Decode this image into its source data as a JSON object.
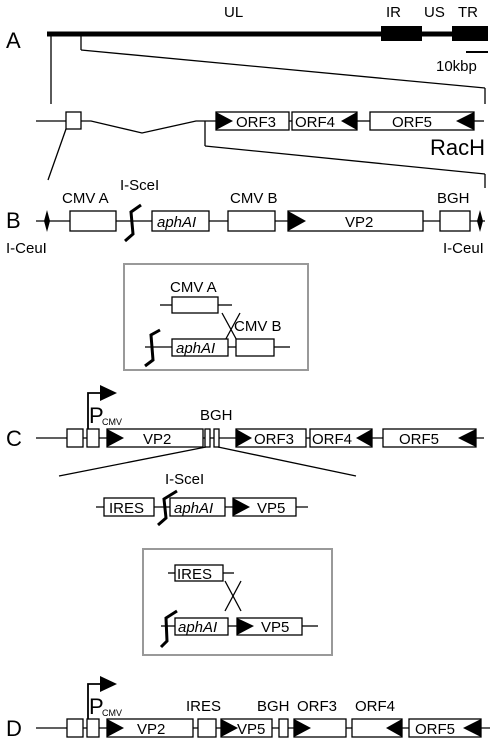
{
  "panels": {
    "A": {
      "letter": "A",
      "genome_labels": {
        "ul": "UL",
        "ir": "IR",
        "us": "US",
        "tr": "TR"
      },
      "scale_bar": "10kbp",
      "orfs": [
        "ORF3",
        "ORF4",
        "ORF5"
      ],
      "strain": "RacH"
    },
    "B": {
      "letter": "B",
      "left_site": "I-CeuI",
      "right_site": "I-CeuI",
      "cmv_a": "CMV A",
      "isce": "I-SceI",
      "aph": "aphAI",
      "cmv_b": "CMV B",
      "vp2": "VP2",
      "bgh": "BGH"
    },
    "B_inset": {
      "cmv_a": "CMV A",
      "cmv_b": "CMV B",
      "aph": "aphAI"
    },
    "C": {
      "letter": "C",
      "promoter": "P",
      "promoter_sub": "CMV",
      "vp2": "VP2",
      "bgh": "BGH",
      "orfs": [
        "ORF3",
        "ORF4",
        "ORF5"
      ],
      "isce": "I-SceI",
      "ires": "IRES",
      "aph": "aphAI",
      "vp5": "VP5"
    },
    "C_inset": {
      "ires": "IRES",
      "aph": "aphAI",
      "vp5": "VP5"
    },
    "D": {
      "letter": "D",
      "promoter": "P",
      "promoter_sub": "CMV",
      "vp2": "VP2",
      "ires": "IRES",
      "vp5": "VP5",
      "bgh": "BGH",
      "orf3": "ORF3",
      "orf4": "ORF4",
      "orf5": "ORF5"
    }
  }
}
